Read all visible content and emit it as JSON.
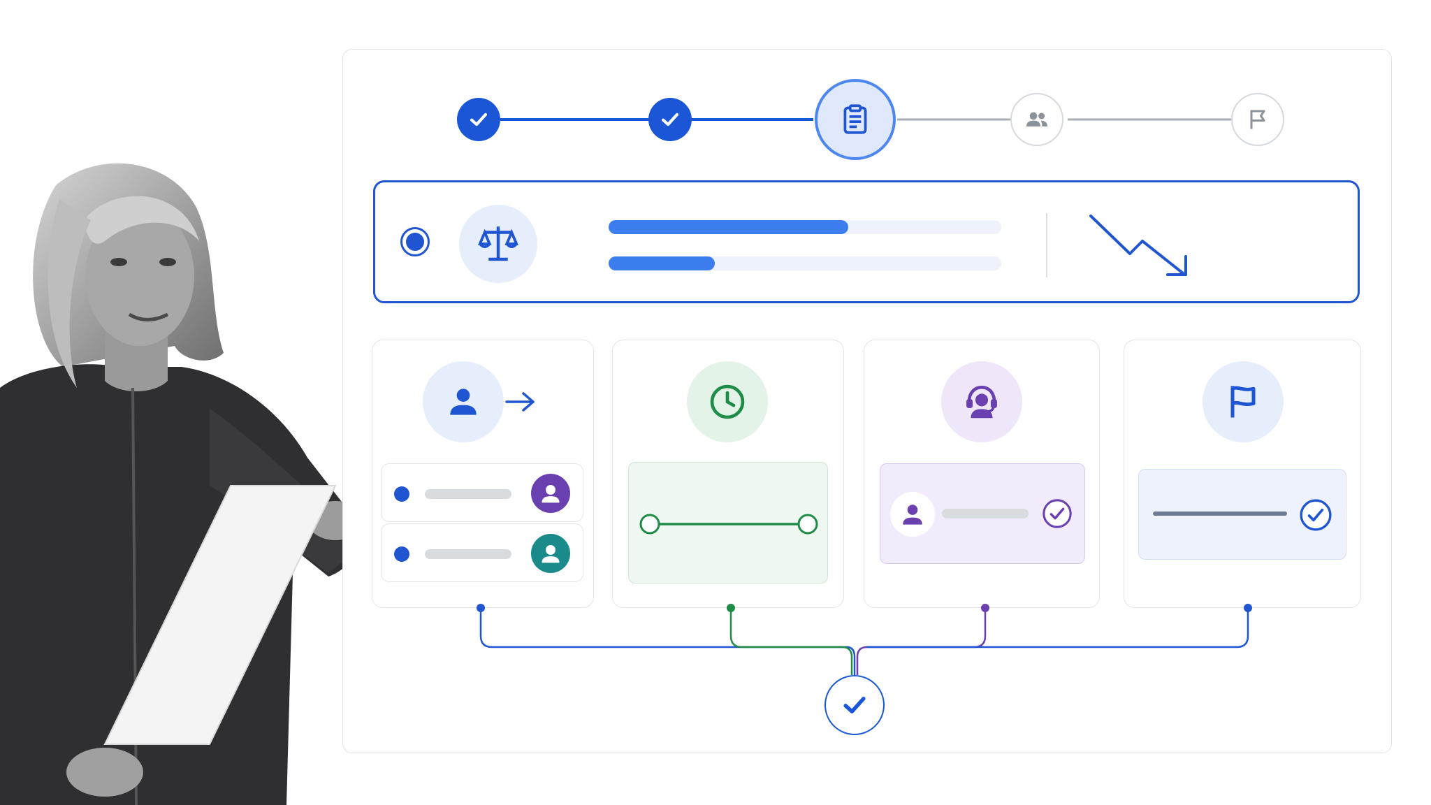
{
  "stepper": {
    "steps": [
      {
        "state": "completed",
        "icon": "check-icon"
      },
      {
        "state": "completed",
        "icon": "check-icon"
      },
      {
        "state": "current",
        "icon": "clipboard-icon"
      },
      {
        "state": "pending",
        "icon": "people-icon"
      },
      {
        "state": "pending",
        "icon": "flag-icon"
      }
    ]
  },
  "criteria": {
    "selected": true,
    "icon": "balance-scale-icon",
    "progress": [
      0.61,
      0.27
    ],
    "trend_icon": "trending-down-arrow-icon"
  },
  "stages": [
    {
      "icon": "user-forward-icon",
      "color": "#1f55d0",
      "rows": [
        {
          "avatar_color": "#6a3fb0"
        },
        {
          "avatar_color": "#1b8a8a"
        }
      ]
    },
    {
      "icon": "clock-icon",
      "color": "#1e8c46"
    },
    {
      "icon": "support-agent-icon",
      "color": "#6a3fb0"
    },
    {
      "icon": "flag-icon",
      "color": "#1f55d0"
    }
  ],
  "final": {
    "icon": "check-icon",
    "color": "#1a56d6"
  }
}
